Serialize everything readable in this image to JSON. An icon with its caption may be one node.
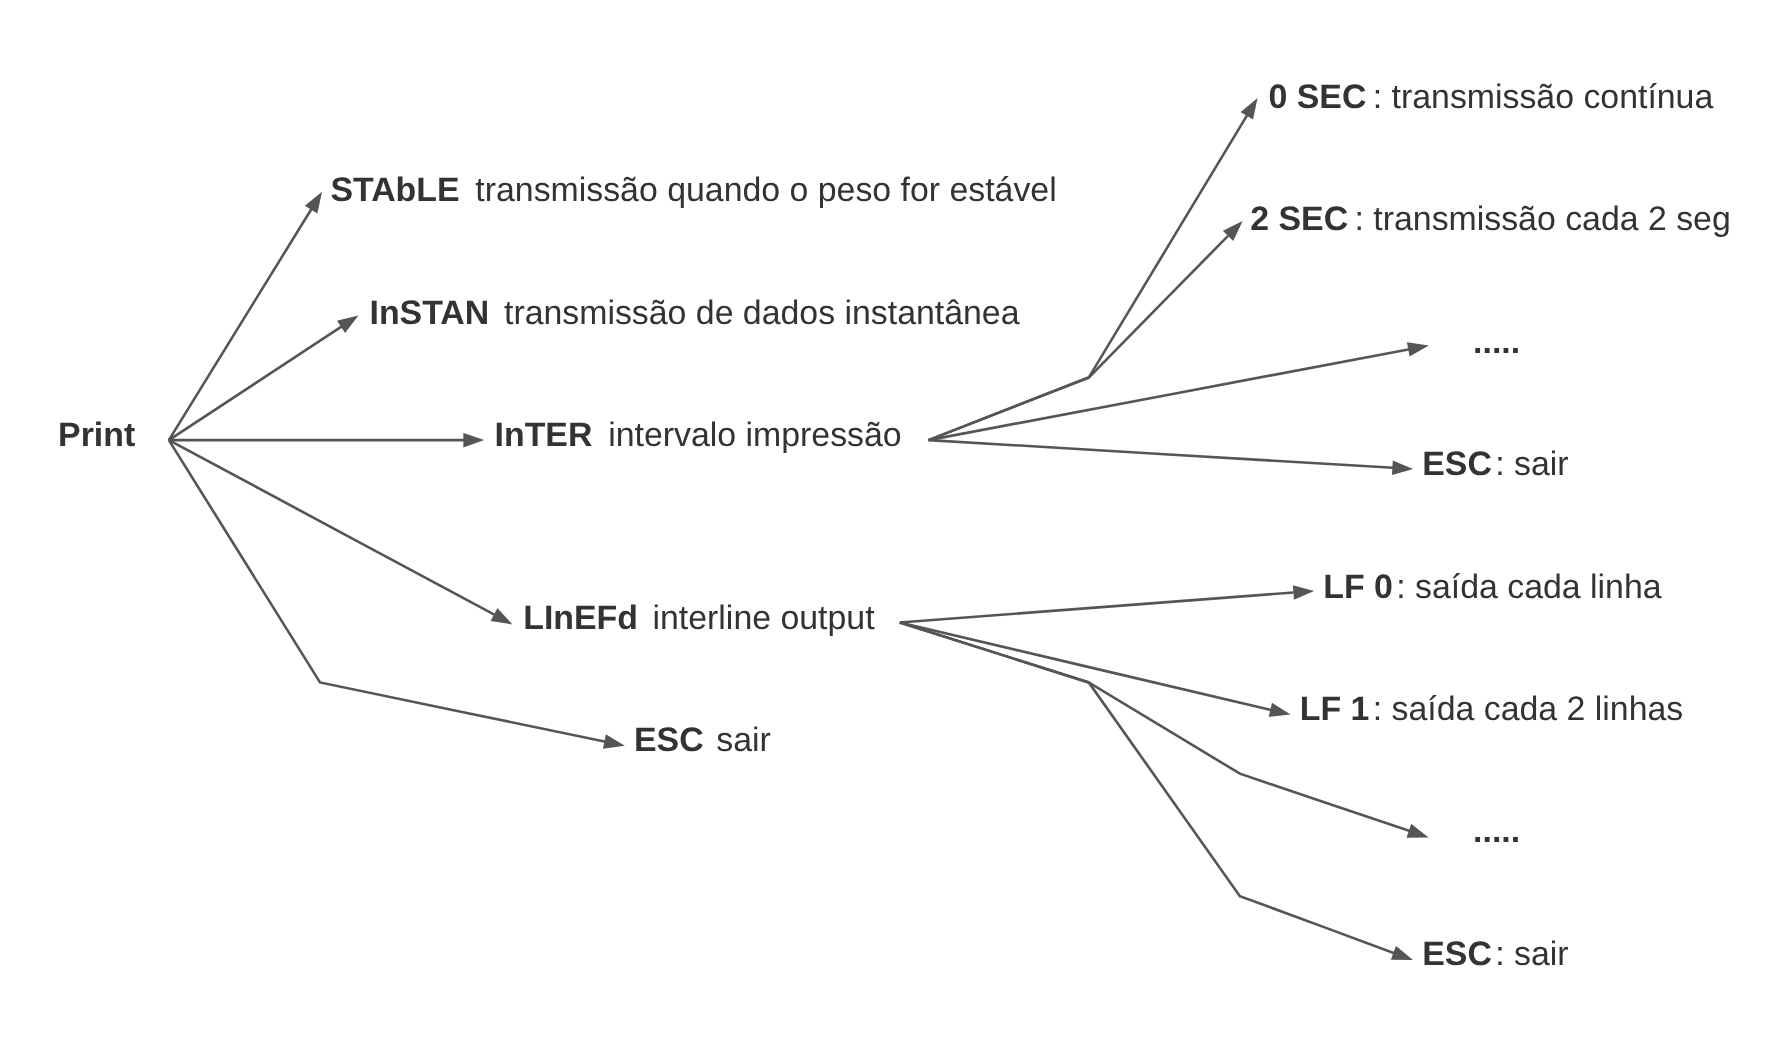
{
  "diagram": {
    "nodes": [
      {
        "text": [
          "**Print**"
        ]
      },
      {
        "text": [
          "**STAbLE** transmissão quando o peso for estável"
        ]
      },
      {
        "text": [
          "**InSTAN** transmissão de dados instantânea"
        ]
      },
      {
        "text": [
          "**InTER** intervalo impressão"
        ]
      },
      {
        "text": [
          "**0 SEC**: transmissão contínua"
        ]
      },
      {
        "text": [
          "**2 SEC**: transmissão cada 2 seg"
        ]
      },
      {
        "text": [
          "**.....**"
        ]
      },
      {
        "text": [
          "**ESC**: sair"
        ]
      },
      {
        "text": [
          "**LInEFd** interline output"
        ]
      },
      {
        "text": [
          "**LF 0**: saída cada linha"
        ]
      },
      {
        "text": [
          "**LF 1**: saída cada 2 linhas"
        ]
      },
      {
        "text": [
          "**.....**"
        ]
      },
      {
        "text": [
          "**ESC**: sair"
        ]
      },
      {
        "text": [
          "**ESC** sair"
        ]
      }
    ],
    "edges": [
      {
        "from": 0,
        "to": 1,
        "arrow": "to"
      },
      {
        "from": 0,
        "to": 2,
        "arrow": "to"
      },
      {
        "from": 0,
        "to": 3,
        "arrow": "to"
      },
      {
        "from": 3,
        "to": 4,
        "arrow": "to"
      },
      {
        "from": 3,
        "to": 5,
        "arrow": "to"
      },
      {
        "from": 3,
        "to": 6,
        "arrow": "to"
      },
      {
        "from": 3,
        "to": 7,
        "arrow": "to"
      },
      {
        "from": 0,
        "to": 8,
        "arrow": "to"
      },
      {
        "from": 8,
        "to": 9,
        "arrow": "to"
      },
      {
        "from": 8,
        "to": 10,
        "arrow": "to"
      },
      {
        "from": 8,
        "to": 11,
        "arrow": "to"
      },
      {
        "from": 8,
        "to": 12,
        "arrow": "to"
      },
      {
        "from": 0,
        "to": 13,
        "arrow": "to"
      }
    ]
  }
}
